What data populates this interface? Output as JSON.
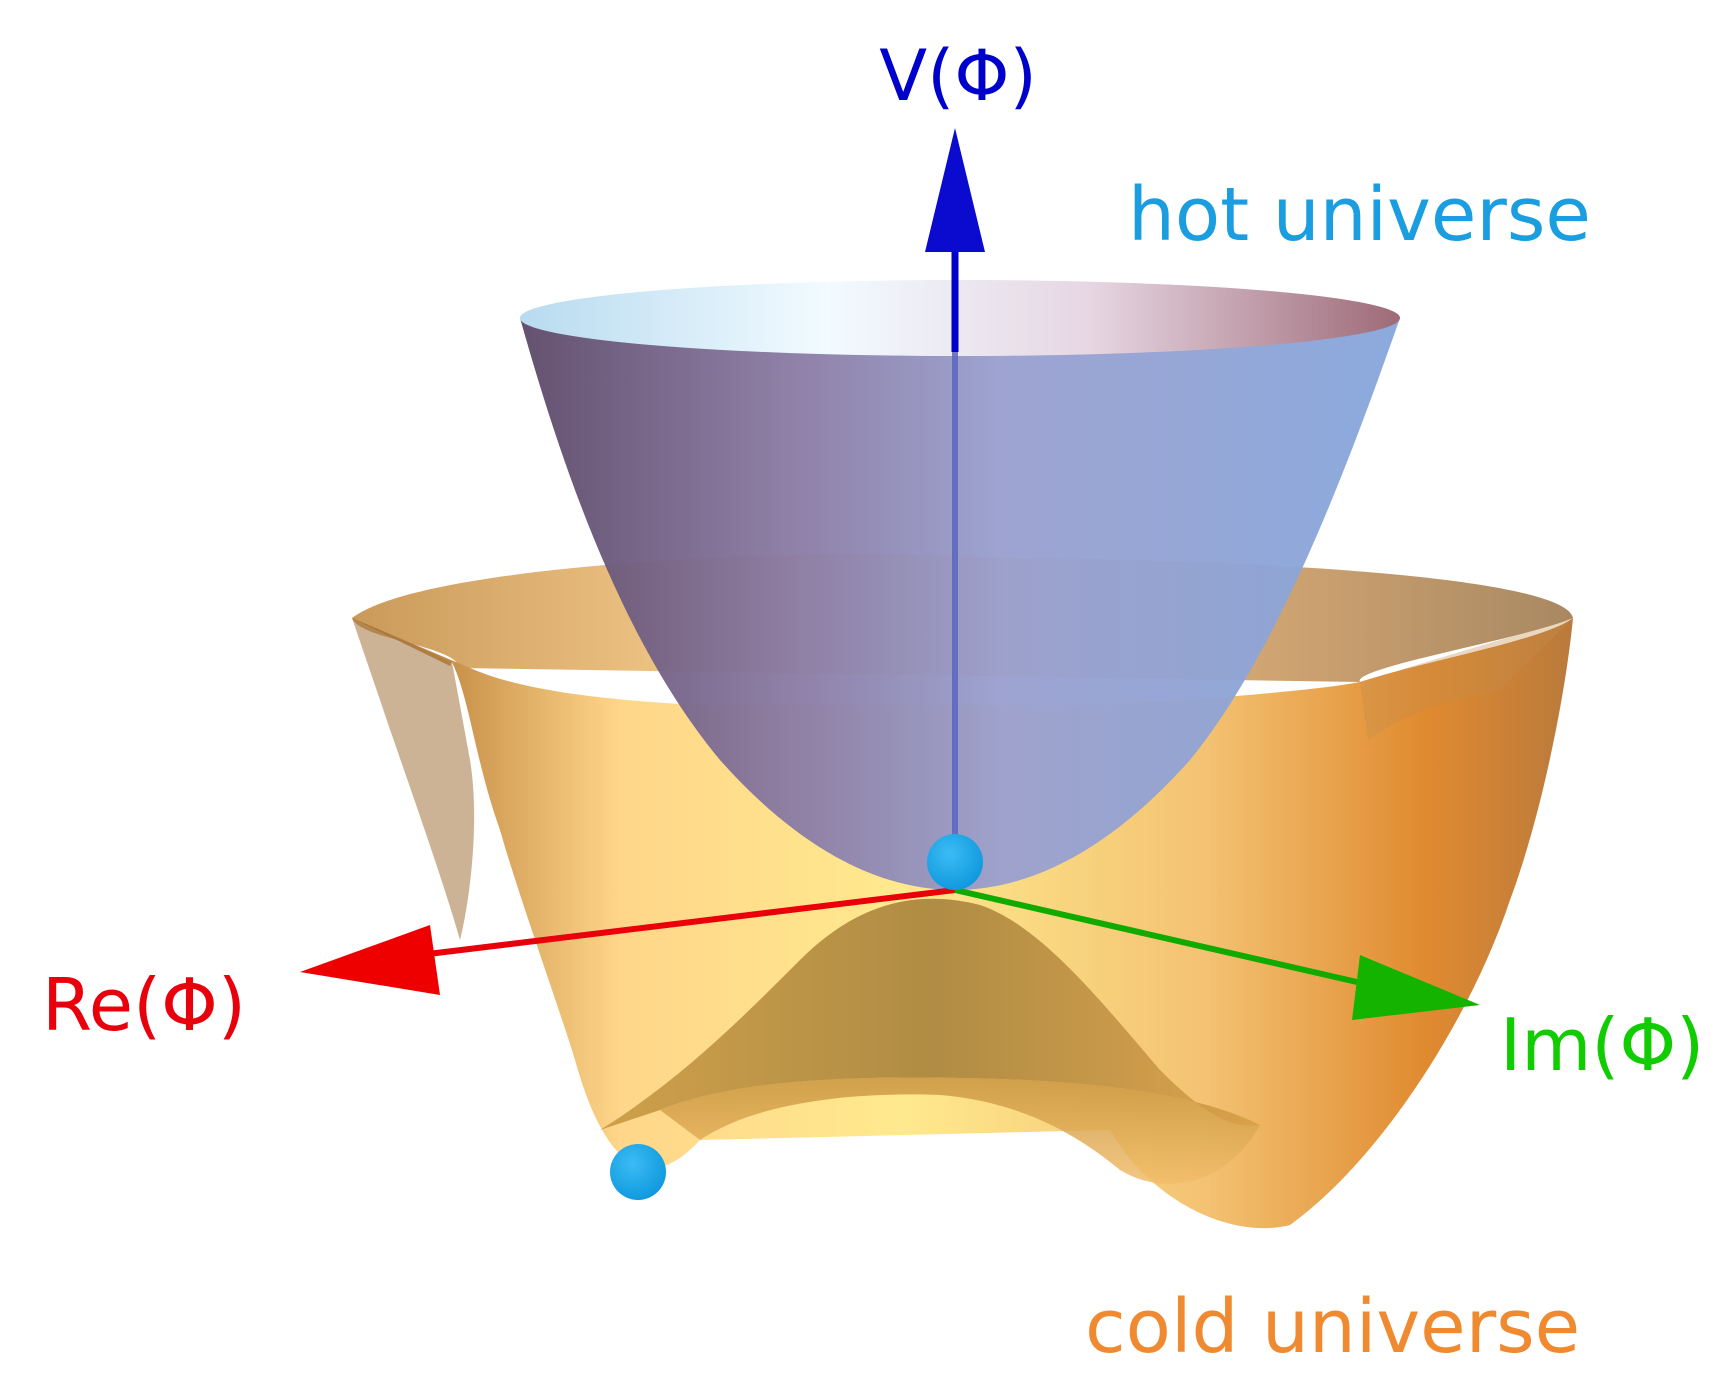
{
  "labels": {
    "v_axis": "V(Φ)",
    "re_axis": "Re(Φ)",
    "im_axis": "Im(Φ)",
    "hot": "hot universe",
    "cold": "cold universe"
  },
  "colors": {
    "v_axis": "#0000cc",
    "re_axis": "#e8000b",
    "im_axis": "#11cc00",
    "hot_label": "#1a9ee0",
    "cold_label": "#f08a30",
    "ball": "#12a3e6",
    "hot_surface": "#8a8fc8",
    "cold_surface": "#f5b860"
  }
}
